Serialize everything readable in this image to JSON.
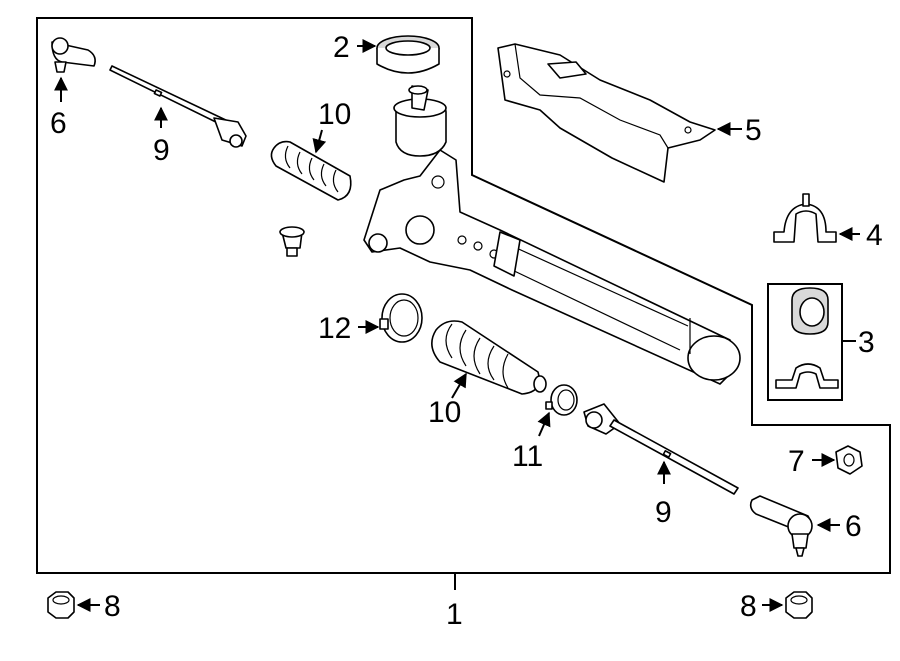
{
  "callouts": {
    "c1": "1",
    "c2": "2",
    "c3": "3",
    "c4": "4",
    "c5": "5",
    "c6_left": "6",
    "c6_right": "6",
    "c7": "7",
    "c8_left": "8",
    "c8_right": "8",
    "c9_left": "9",
    "c9_right": "9",
    "c10_top": "10",
    "c10_bottom": "10",
    "c11": "11",
    "c12": "12"
  }
}
